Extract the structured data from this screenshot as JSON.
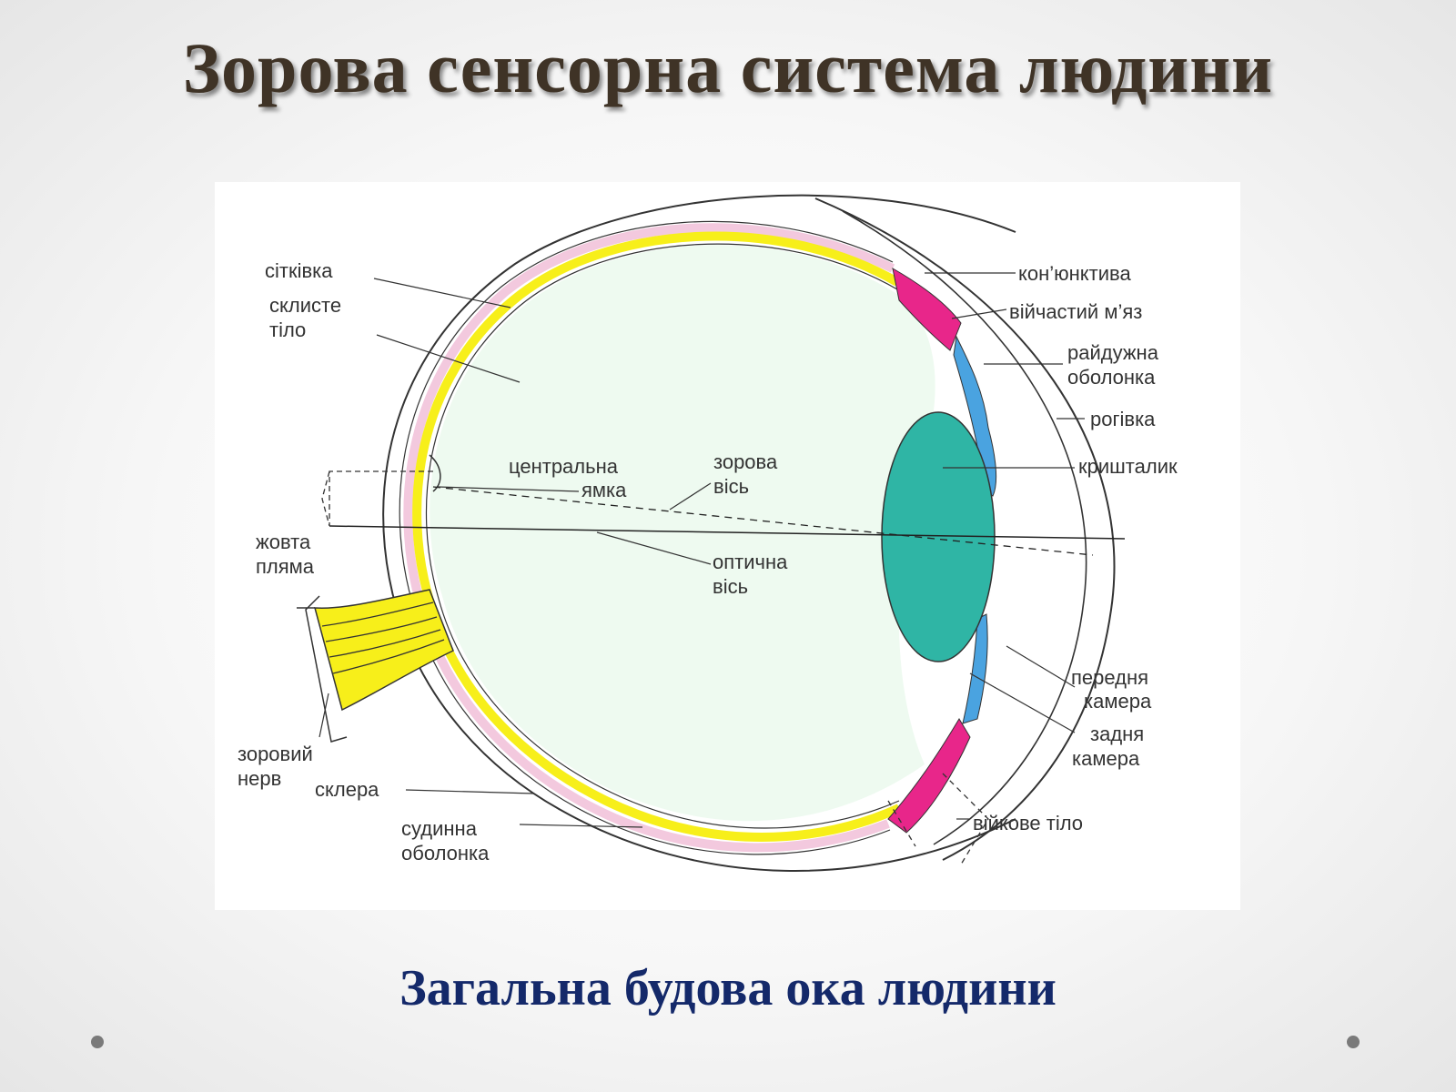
{
  "title": "Зорова сенсорна система людини",
  "caption": "Загальна будова ока людини",
  "diagram": {
    "labels": {
      "retina": "сітківка",
      "vitreous_1": "склисте",
      "vitreous_2": "тіло",
      "fovea_1": "центральна",
      "fovea_2": "ямка",
      "visual_axis_1": "зорова",
      "visual_axis_2": "вісь",
      "macula_1": "жовта",
      "macula_2": "пляма",
      "optical_axis_1": "оптична",
      "optical_axis_2": "вісь",
      "optic_nerve_1": "зоровий",
      "optic_nerve_2": "нерв",
      "sclera": "склера",
      "choroid_1": "судинна",
      "choroid_2": "оболонка",
      "conjunctiva": "кон’юнктива",
      "ciliary_muscle": "війчастий м’яз",
      "iris_1": "райдужна",
      "iris_2": "оболонка",
      "cornea": "рогівка",
      "lens": "кришталик",
      "anterior_chamber_1": "передня",
      "anterior_chamber_2": "камера",
      "posterior_chamber_1": "задня",
      "posterior_chamber_2": "камера",
      "ciliary_body": "війкове тіло"
    },
    "colors": {
      "retina": "#f7ef1a",
      "vitreous": "#eefaf0",
      "lens": "#2fb5a5",
      "iris": "#4aa3e0",
      "ciliary_muscle": "#e8268a",
      "choroid": "#f3c9de"
    }
  }
}
